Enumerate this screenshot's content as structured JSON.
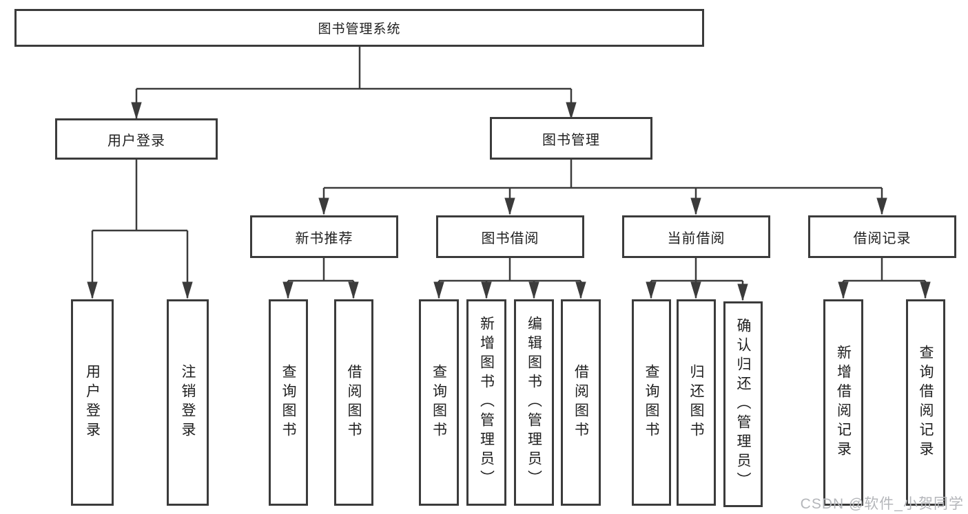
{
  "diagram": {
    "title": "图书管理系统",
    "level2": {
      "user_login": {
        "label": "用户登录"
      },
      "book_management": {
        "label": "图书管理"
      }
    },
    "level3": {
      "new_book_recommend": {
        "label": "新书推荐"
      },
      "book_borrow": {
        "label": "图书借阅"
      },
      "current_borrow": {
        "label": "当前借阅"
      },
      "borrow_records": {
        "label": "借阅记录"
      }
    },
    "leaves": {
      "user_login": [
        "用户登录",
        "注销登录"
      ],
      "new_book_recommend": [
        "查询图书",
        "借阅图书"
      ],
      "book_borrow": [
        "查询图书",
        "新增图书（管理员）",
        "编辑图书（管理员）",
        "借阅图书"
      ],
      "current_borrow": [
        "查询图书",
        "归还图书",
        "确认归还（管理员）"
      ],
      "borrow_records": [
        "新增借阅记录",
        "查询借阅记录"
      ]
    },
    "line_color": "#3b3b3b",
    "text_color": "#1f1f1f",
    "background_color": "#ffffff"
  },
  "watermark": {
    "text": "CSDN @软件_小贺同学",
    "color": "#b4b6ba"
  }
}
